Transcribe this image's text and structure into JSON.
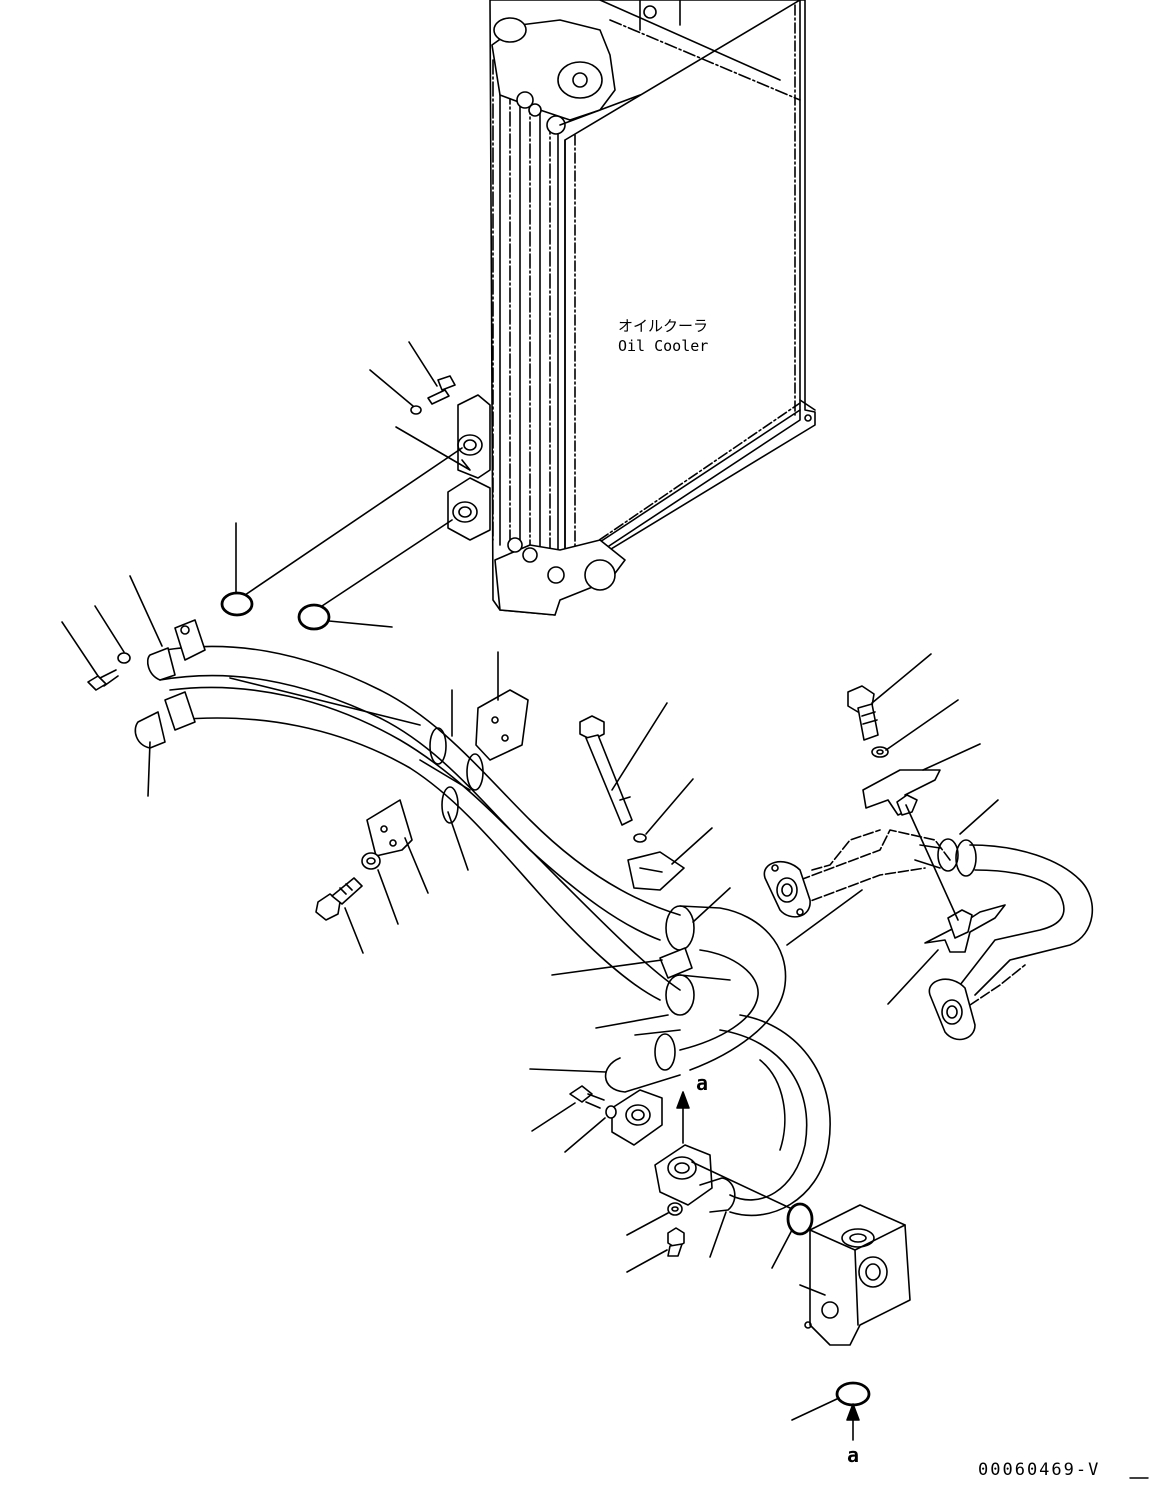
{
  "component_label": {
    "japanese": "オイルクーラ",
    "english": "Oil Cooler"
  },
  "reference_letters": {
    "upper": "a",
    "lower": "a"
  },
  "drawing_number": "00060469-V"
}
